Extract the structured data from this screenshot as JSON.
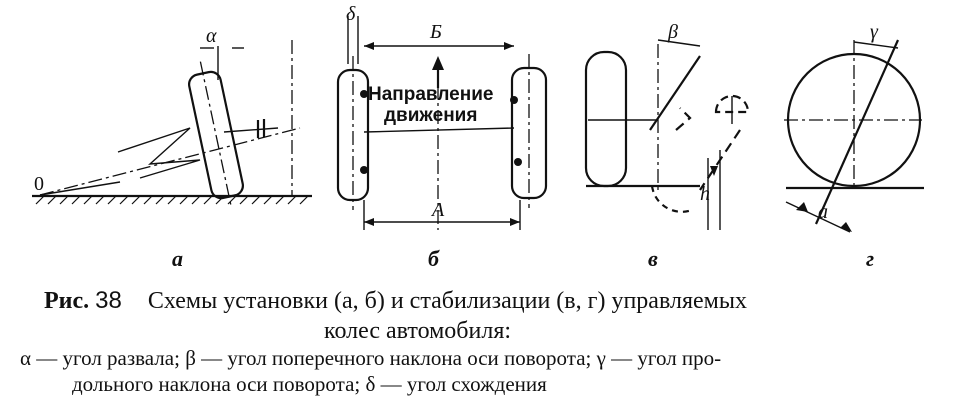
{
  "figure": {
    "panels": [
      {
        "id": "a",
        "label": "а"
      },
      {
        "id": "b",
        "label": "б"
      },
      {
        "id": "v",
        "label": "в"
      },
      {
        "id": "g",
        "label": "г"
      }
    ],
    "symbols": {
      "alpha": "α",
      "beta": "β",
      "gamma": "γ",
      "delta": "δ",
      "zero": "0",
      "dim_B": "Б",
      "dim_A": "А",
      "h": "h",
      "a_small": "a"
    },
    "direction_line1": "Направление",
    "direction_line2": "движения"
  },
  "caption": {
    "label": "Рис.",
    "number": "38",
    "title_line1": "Схемы установки (а, б) и стабилизации (в, г) управляемых",
    "title_line2": "колес автомобиля:",
    "legend_line1": "α — угол развала; β — угол поперечного наклона оси поворота; γ — угол про-",
    "legend_line2": "дольного наклона оси поворота; δ — угол схождения"
  }
}
